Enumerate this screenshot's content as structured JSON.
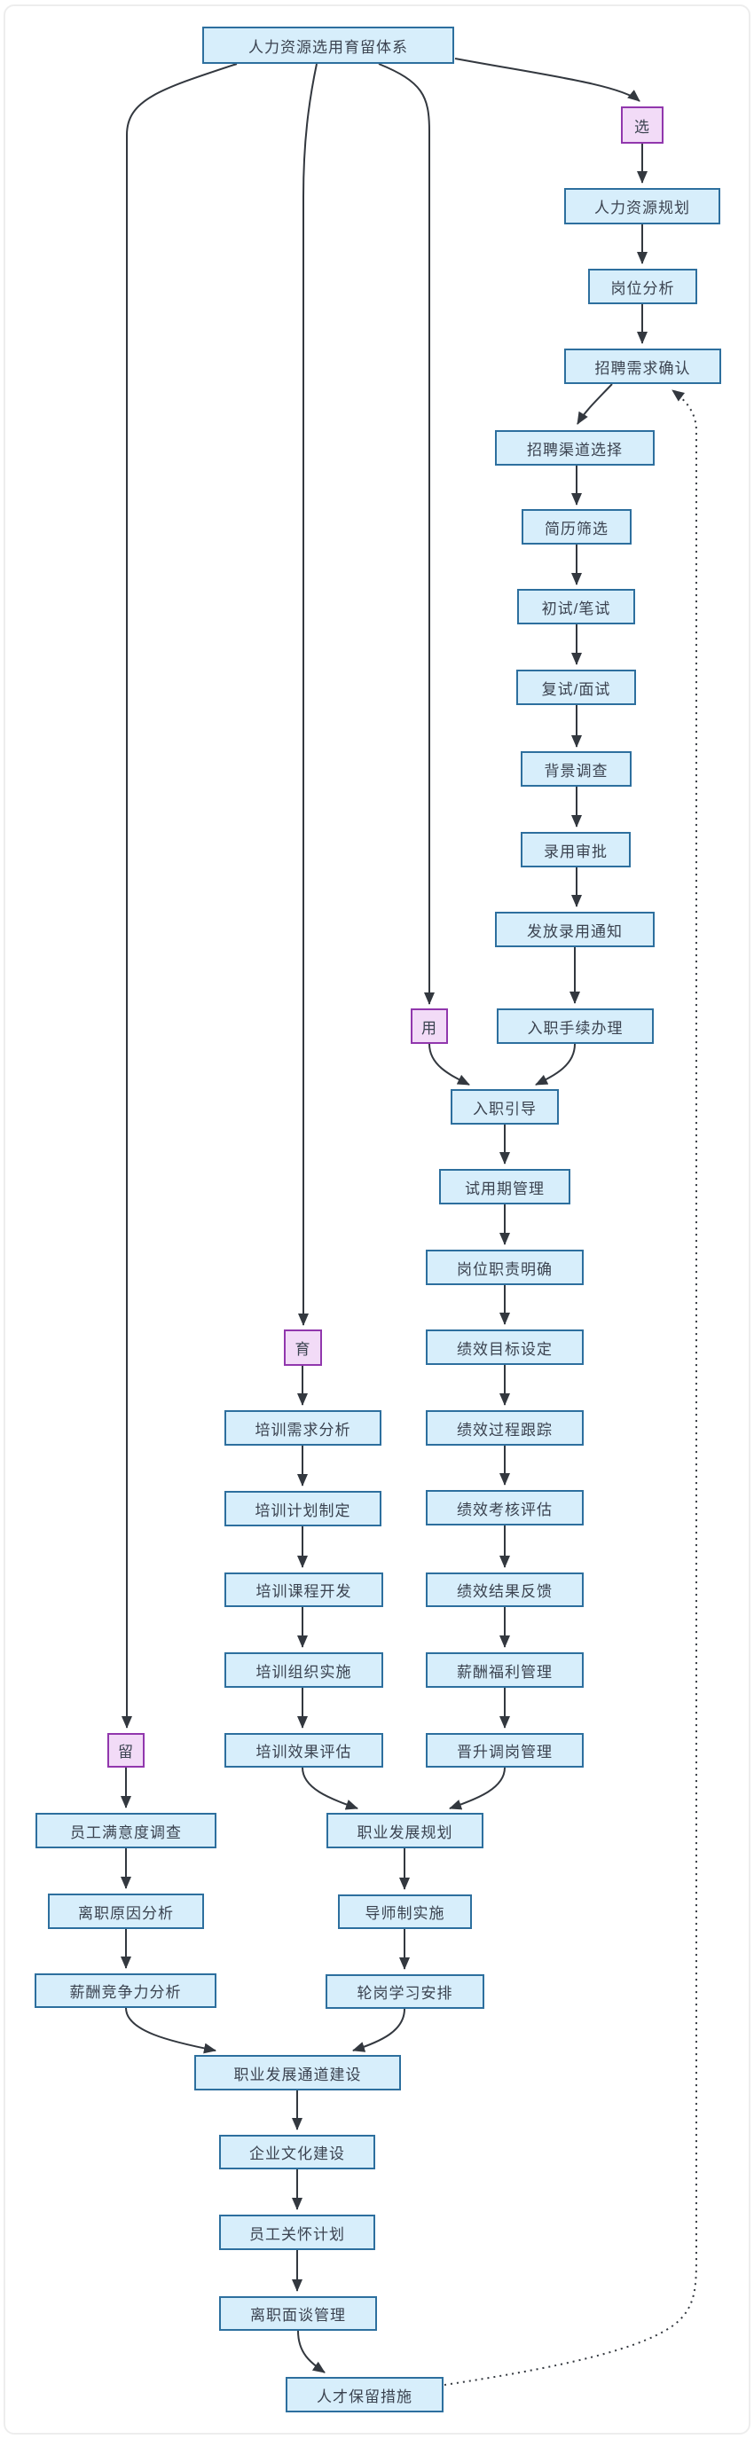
{
  "diagram": {
    "title": "人力资源选用育留体系",
    "type": "flowchart",
    "colors": {
      "node_fill": "#d7eefb",
      "node_border": "#2d6f9e",
      "badge_fill": "#f2dbf7",
      "badge_border": "#9137ad",
      "edge": "#33383f",
      "text": "#3b4350"
    }
  },
  "nodes": {
    "title": "人力资源选用育留体系",
    "badge_select": "选",
    "badge_use": "用",
    "badge_develop": "育",
    "badge_retain": "留",
    "hr_planning": "人力资源规划",
    "job_analysis": "岗位分析",
    "recruit_need": "招聘需求确认",
    "recruit_channel": "招聘渠道选择",
    "resume_screen": "简历筛选",
    "first_interview": "初试/笔试",
    "second_interview": "复试/面试",
    "background_check": "背景调查",
    "hire_approval": "录用审批",
    "offer_notice": "发放录用通知",
    "onboard_procedure": "入职手续办理",
    "onboard_guide": "入职引导",
    "probation_mgmt": "试用期管理",
    "job_duty": "岗位职责明确",
    "perf_goal": "绩效目标设定",
    "perf_track": "绩效过程跟踪",
    "perf_eval": "绩效考核评估",
    "perf_feedback": "绩效结果反馈",
    "comp_benefit": "薪酬福利管理",
    "promotion_mgmt": "晋升调岗管理",
    "training_need": "培训需求分析",
    "training_plan": "培训计划制定",
    "training_course": "培训课程开发",
    "training_impl": "培训组织实施",
    "training_eval": "培训效果评估",
    "satisfaction_survey": "员工满意度调查",
    "turnover_analysis": "离职原因分析",
    "comp_competitive": "薪酬竞争力分析",
    "career_planning": "职业发展规划",
    "mentor_impl": "导师制实施",
    "rotation_learning": "轮岗学习安排",
    "career_channel": "职业发展通道建设",
    "culture_build": "企业文化建设",
    "employee_care": "员工关怀计划",
    "exit_interview": "离职面谈管理",
    "talent_retention": "人才保留措施"
  },
  "edges": [
    {
      "from": "title",
      "to": "badge_select"
    },
    {
      "from": "title",
      "to": "badge_use"
    },
    {
      "from": "title",
      "to": "badge_develop"
    },
    {
      "from": "title",
      "to": "badge_retain"
    },
    {
      "from": "badge_select",
      "to": "hr_planning"
    },
    {
      "from": "hr_planning",
      "to": "job_analysis"
    },
    {
      "from": "job_analysis",
      "to": "recruit_need"
    },
    {
      "from": "recruit_need",
      "to": "recruit_channel"
    },
    {
      "from": "recruit_channel",
      "to": "resume_screen"
    },
    {
      "from": "resume_screen",
      "to": "first_interview"
    },
    {
      "from": "first_interview",
      "to": "second_interview"
    },
    {
      "from": "second_interview",
      "to": "background_check"
    },
    {
      "from": "background_check",
      "to": "hire_approval"
    },
    {
      "from": "hire_approval",
      "to": "offer_notice"
    },
    {
      "from": "offer_notice",
      "to": "onboard_procedure"
    },
    {
      "from": "onboard_procedure",
      "to": "onboard_guide"
    },
    {
      "from": "badge_use",
      "to": "onboard_guide"
    },
    {
      "from": "onboard_guide",
      "to": "probation_mgmt"
    },
    {
      "from": "probation_mgmt",
      "to": "job_duty"
    },
    {
      "from": "job_duty",
      "to": "perf_goal"
    },
    {
      "from": "perf_goal",
      "to": "perf_track"
    },
    {
      "from": "perf_track",
      "to": "perf_eval"
    },
    {
      "from": "perf_eval",
      "to": "perf_feedback"
    },
    {
      "from": "perf_feedback",
      "to": "comp_benefit"
    },
    {
      "from": "comp_benefit",
      "to": "promotion_mgmt"
    },
    {
      "from": "badge_develop",
      "to": "training_need"
    },
    {
      "from": "training_need",
      "to": "training_plan"
    },
    {
      "from": "training_plan",
      "to": "training_course"
    },
    {
      "from": "training_course",
      "to": "training_impl"
    },
    {
      "from": "training_impl",
      "to": "training_eval"
    },
    {
      "from": "badge_retain",
      "to": "satisfaction_survey"
    },
    {
      "from": "satisfaction_survey",
      "to": "turnover_analysis"
    },
    {
      "from": "turnover_analysis",
      "to": "comp_competitive"
    },
    {
      "from": "training_eval",
      "to": "career_planning"
    },
    {
      "from": "promotion_mgmt",
      "to": "career_planning"
    },
    {
      "from": "career_planning",
      "to": "mentor_impl"
    },
    {
      "from": "mentor_impl",
      "to": "rotation_learning"
    },
    {
      "from": "comp_competitive",
      "to": "career_channel"
    },
    {
      "from": "rotation_learning",
      "to": "career_channel"
    },
    {
      "from": "career_channel",
      "to": "culture_build"
    },
    {
      "from": "culture_build",
      "to": "employee_care"
    },
    {
      "from": "employee_care",
      "to": "exit_interview"
    },
    {
      "from": "exit_interview",
      "to": "talent_retention"
    },
    {
      "from": "talent_retention",
      "to": "recruit_need",
      "dashed": true
    }
  ]
}
